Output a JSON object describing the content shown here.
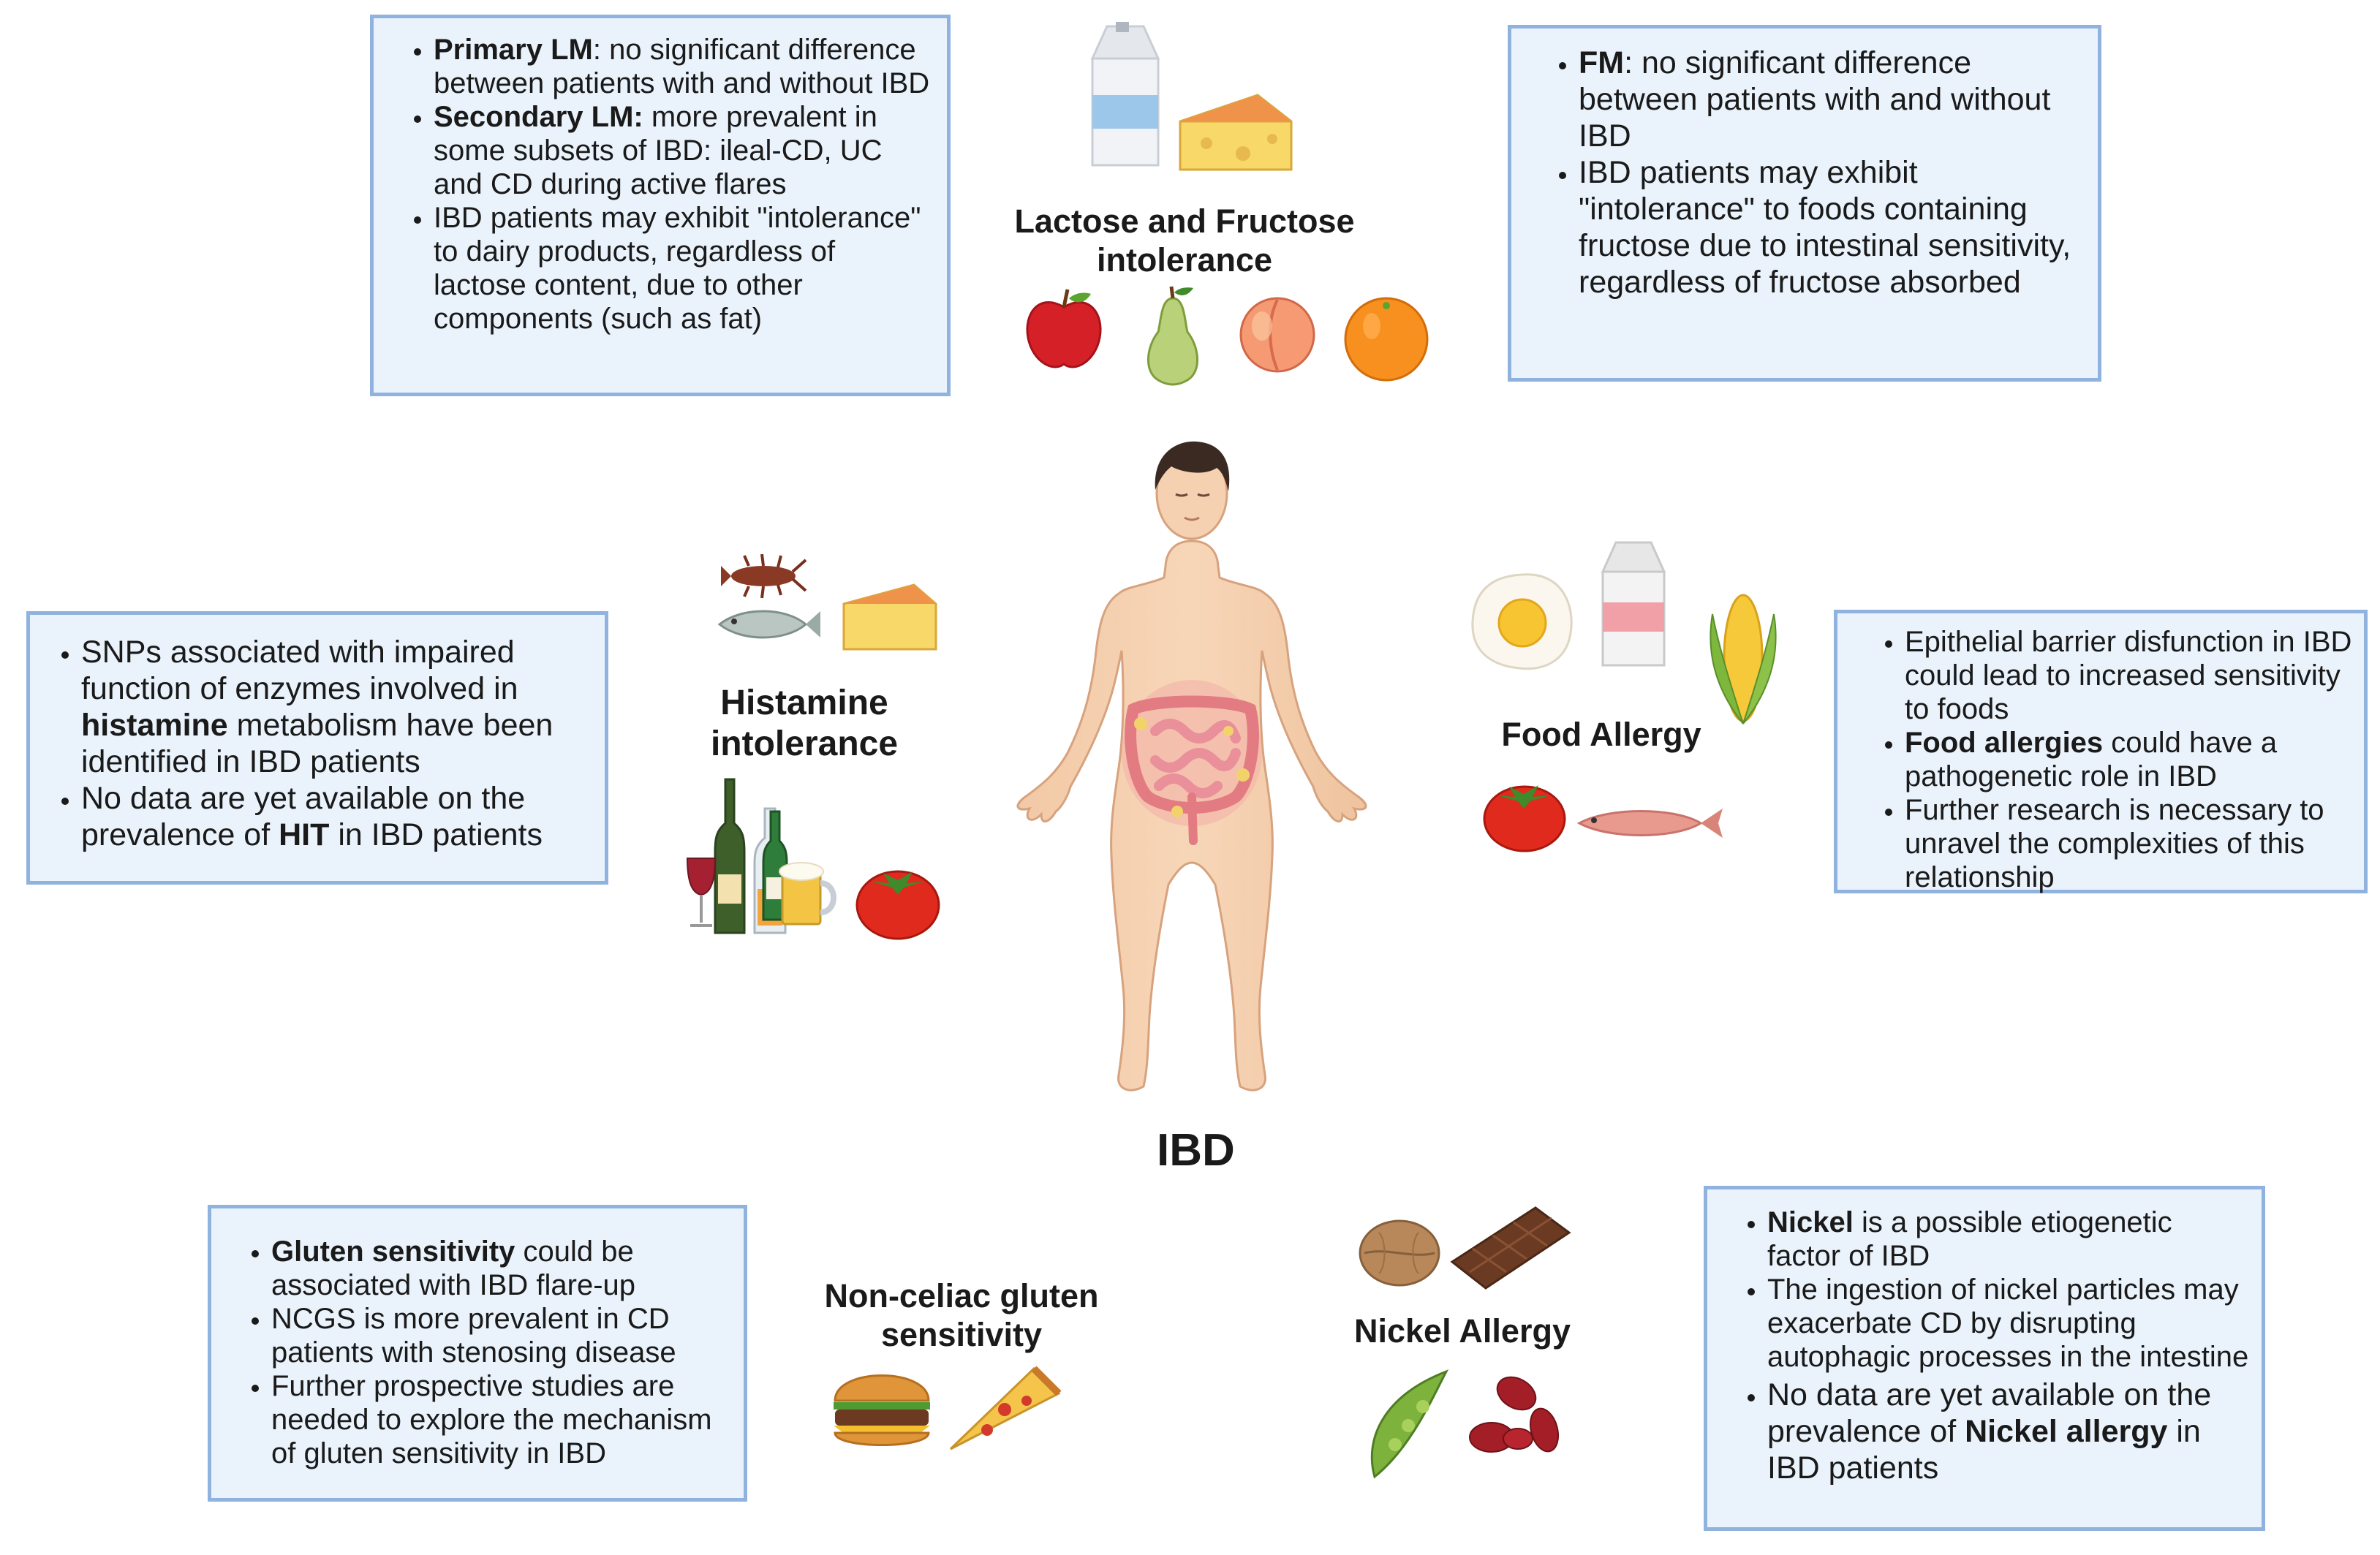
{
  "center_label": "IBD",
  "sections": {
    "lactose_fructose": {
      "label_line1": "Lactose and Fructose",
      "label_line2": "intolerance"
    },
    "histamine": {
      "label_line1": "Histamine",
      "label_line2": "intolerance"
    },
    "food_allergy": {
      "label": "Food Allergy"
    },
    "ncgs": {
      "label_line1": "Non-celiac gluten",
      "label_line2": "sensitivity"
    },
    "nickel": {
      "label": "Nickel Allergy"
    }
  },
  "boxes": {
    "lactose": {
      "b1_bold": "Primary LM",
      "b1_text": ": no significant difference between patients with and without IBD",
      "b2_bold": "Secondary LM:",
      "b2_text": " more prevalent in some subsets of IBD: ileal-CD, UC and CD during active flares",
      "b3_text": "IBD patients may exhibit \"intolerance\" to dairy products, regardless of lactose content, due to other components (such as fat)"
    },
    "fructose": {
      "b1_bold": "FM",
      "b1_text": ": no significant difference between patients with and without IBD",
      "b2_text": "IBD patients may exhibit \"intolerance\" to foods containing fructose due to intestinal sensitivity, regardless of fructose absorbed"
    },
    "histamine": {
      "b1_pre": "SNPs associated with impaired function of enzymes involved in ",
      "b1_bold": "histamine",
      "b1_post": " metabolism have been identified in IBD patients",
      "b2_pre": "No data are yet available on the prevalence of ",
      "b2_bold": "HIT",
      "b2_post": " in IBD patients"
    },
    "food_allergy": {
      "b1_text": "Epithelial barrier disfunction in IBD could lead to increased sensitivity to foods",
      "b2_bold": "Food allergies",
      "b2_text": " could have a pathogenetic role in IBD",
      "b3_text": "Further research is necessary to unravel the complexities of this relationship"
    },
    "gluten": {
      "b1_bold": "Gluten sensitivity",
      "b1_text": " could be associated with IBD flare-up",
      "b2_text": "NCGS is more prevalent in CD patients with stenosing disease",
      "b3_text": "Further prospective studies are needed to explore the mechanism of gluten sensitivity in IBD"
    },
    "nickel": {
      "b1_bold": "Nickel",
      "b1_text": " is a possible etiogenetic factor of IBD",
      "b2_text": "The ingestion of nickel particles may exacerbate CD by disrupting autophagic processes in the intestine",
      "b3_pre": "No data are yet available on the prevalence of ",
      "b3_bold": "Nickel allergy",
      "b3_post": " in IBD patients"
    }
  },
  "icons": [
    "milk-carton-icon",
    "cheese-icon",
    "apple-icon",
    "pear-icon",
    "peach-icon",
    "orange-icon",
    "crayfish-icon",
    "fish-icon",
    "wine-glass-icon",
    "bottle-icon",
    "beer-mug-icon",
    "tomato-icon",
    "egg-icon",
    "corn-icon",
    "salmon-icon",
    "walnut-icon",
    "chocolate-icon",
    "pea-pod-icon",
    "beans-icon",
    "burger-icon",
    "pizza-slice-icon",
    "human-body-icon",
    "intestine-icon"
  ],
  "colors": {
    "box_fill": "#eaf3fc",
    "box_border": "#8fb2de"
  }
}
